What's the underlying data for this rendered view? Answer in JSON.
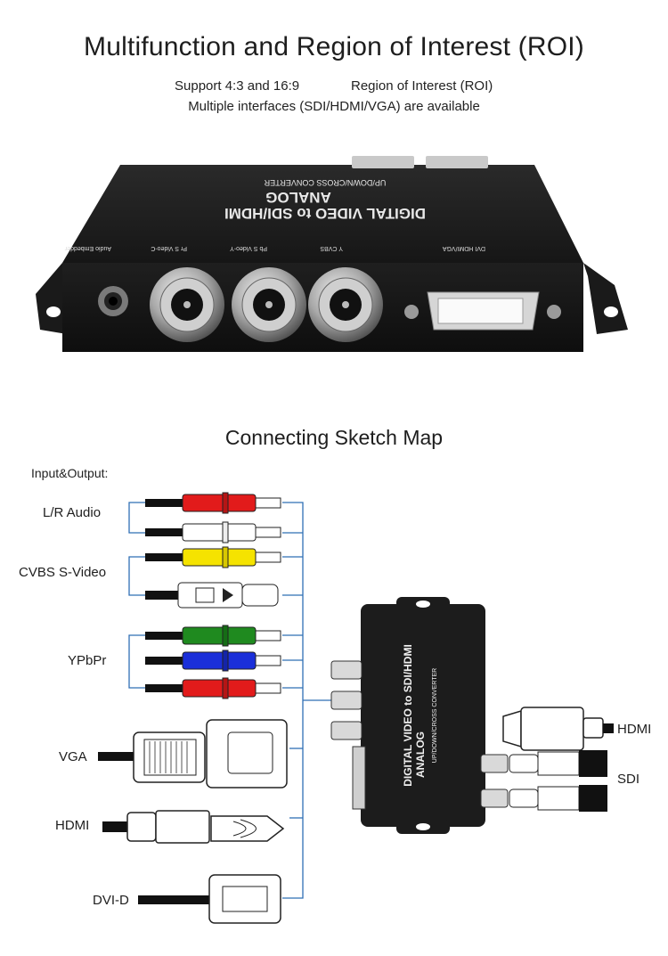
{
  "header": {
    "title": "Multifunction and Region of Interest (ROI)",
    "feature_1": "Support 4:3 and 16:9",
    "feature_2": "Region of Interest (ROI)",
    "feature_3": "Multiple interfaces (SDI/HDMI/VGA) are available"
  },
  "device_photo": {
    "panel_text_line1": "DIGITAL VIDEO to SDI/HDMI",
    "panel_text_line2": "ANALOG",
    "panel_text_line3": "UP/DOWN/CROSS CONVERTER",
    "port_labels": [
      "Audio Embedder",
      "Pr S Video-C",
      "Pb S Video-Y",
      "Y CVBS",
      "DVI HDMI/VGA"
    ]
  },
  "sketch": {
    "title": "Connecting Sketch Map",
    "io_label": "Input&Output:",
    "inputs": [
      "L/R Audio",
      "CVBS S-Video",
      "YPbPr",
      "VGA",
      "HDMI",
      "DVI-D"
    ],
    "outputs": [
      "HDMI",
      "SDI"
    ],
    "device_text_line1": "DIGITAL VIDEO to SDI/HDMI",
    "device_text_line2": "ANALOG",
    "device_text_line3": "UP/DOWN/CROSS CONVERTER"
  },
  "colors": {
    "bracket": "#2f6fb5",
    "rca_red": "#e21b1b",
    "rca_white": "#ffffff",
    "rca_yellow": "#f5e300",
    "rca_green": "#1f8a1f",
    "rca_blue": "#1a2fd9",
    "device_body": "#1c1c1c"
  }
}
